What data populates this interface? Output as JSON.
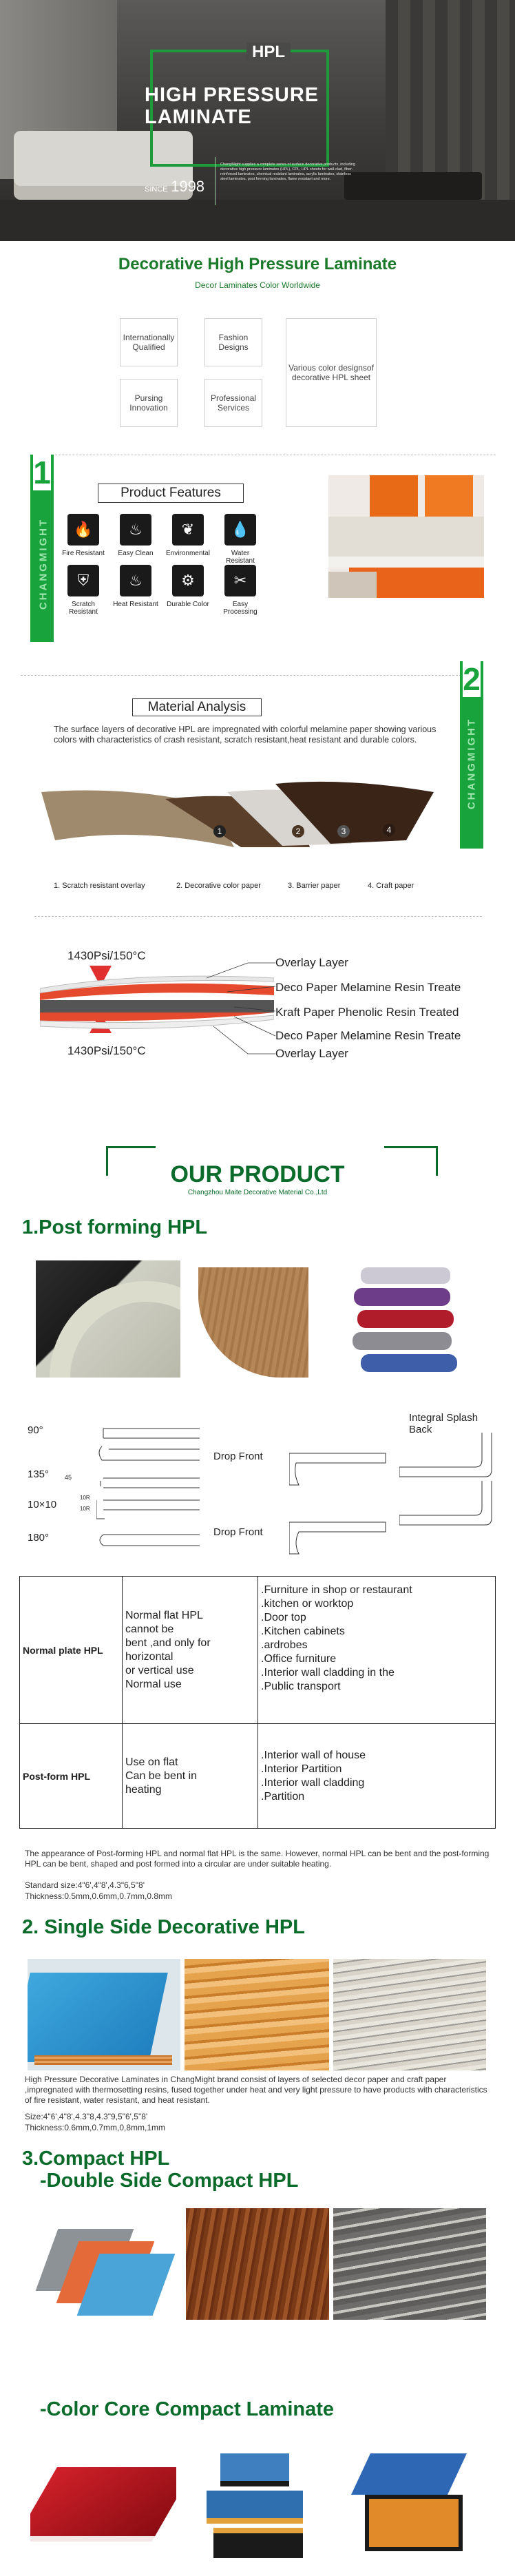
{
  "hero": {
    "brand_tag": "HPL",
    "title_line1": "HIGH PRESSURE",
    "title_line2": "LAMINATE",
    "since_label": "SINCE",
    "since_year": "1998",
    "blurb": "ChangMight supplies a complete series of surface decorative products, including decorative high pressure laminates (HPL), CPL, HPL sheets for wall-clad, fiber-reinforced laminates, chemical resistant laminates, acrylic laminates, stainless steel laminates, post forming laminates, flame resistant and more."
  },
  "intro": {
    "title": "Decorative High Pressure Laminate",
    "subtitle": "Decor Laminates Color Worldwide",
    "boxes": [
      "Internationally Qualified",
      "Fashion Designs",
      "Pursing Innovation",
      "Professional Services"
    ],
    "big_box": "Various color designsof decorative HPL sheet"
  },
  "features": {
    "number": "1",
    "side_label": "CHANGMIGHT",
    "title": "Product Features",
    "items": [
      {
        "icon": "fire-icon",
        "glyph": "🔥",
        "label": "Fire Resistant"
      },
      {
        "icon": "clean-icon",
        "glyph": "♨",
        "label": "Easy Clean"
      },
      {
        "icon": "leaf-icon",
        "glyph": "❦",
        "label": "Environmental"
      },
      {
        "icon": "water-drop-icon",
        "glyph": "💧",
        "label": "Water Resistant"
      },
      {
        "icon": "shield-icon",
        "glyph": "⛨",
        "label": "Scratch Resistant"
      },
      {
        "icon": "flame-icon",
        "glyph": "♨",
        "label": "Heat Resistant"
      },
      {
        "icon": "gear-icon",
        "glyph": "⚙",
        "label": "Durable Color"
      },
      {
        "icon": "tool-icon",
        "glyph": "✂",
        "label": "Easy Processing"
      }
    ]
  },
  "material": {
    "number": "2",
    "side_label": "CHANGMIGHT",
    "title": "Material Analysis",
    "description": "The surface layers of decorative HPL are impregnated with colorful melamine paper showing various colors with characteristics of crash resistant, scratch resistant,heat resistant and durable colors.",
    "layer_numbers": [
      "1",
      "2",
      "3",
      "4"
    ],
    "legend": [
      "1. Scratch resistant overlay",
      "2. Decorative color paper",
      "3. Barrier paper",
      "4. Craft paper"
    ]
  },
  "layers": {
    "pressure_top": "1430Psi/150°C",
    "pressure_bottom": "1430Psi/150°C",
    "labels": [
      "Overlay Layer",
      "Deco Paper Melamine Resin Treate",
      "Kraft Paper Phenolic Resin Treated",
      "Deco Paper Melamine Resin Treate",
      "Overlay Layer"
    ]
  },
  "our_product": {
    "title": "OUR PRODUCT",
    "subtitle": "Changzhou Maite Decorative Material Co.,Ltd"
  },
  "post_forming": {
    "heading": "1.Post forming HPL",
    "profile_labels": {
      "a90": "90°",
      "a135": "135°",
      "r45": "45",
      "r1010": "10×10",
      "r10a": "10R",
      "r10b": "10R",
      "a180": "180°",
      "drop1": "Drop Front",
      "drop2": "Drop Front",
      "splash": "Integral Splash Back"
    },
    "table": {
      "rows": [
        {
          "name": "Normal plate HPL",
          "desc": [
            "Normal flat HPL",
            "cannot be",
            "bent ,and only for",
            "horizontal",
            "or vertical use",
            "Normal use"
          ],
          "uses": [
            ".Furniture in shop or restaurant",
            ".kitchen or worktop",
            ".Door top",
            ".Kitchen cabinets",
            ".ardrobes",
            ".Office furniture",
            ".Interior wall cladding in the",
            ".Public transport"
          ]
        },
        {
          "name": "Post-form HPL",
          "desc": [
            "Use on flat",
            "Can be bent in",
            "heating"
          ],
          "uses": [
            ".Interior wall of house",
            ".Interior Partition",
            ".Interior wall cladding",
            ".Partition"
          ]
        }
      ]
    },
    "note": "The appearance of Post-forming HPL and normal flat HPL is the same. However, normal HPL can be bent and the post-forming HPL can be bent, shaped and post formed into a circular are under suitable heating.",
    "size": "Standard size:4\"6',4\"8',4.3\"6,5\"8'",
    "thickness": "Thickness:0.5mm,0.6mm,0.7mm,0.8mm"
  },
  "single_side": {
    "heading": "2. Single Side Decorative HPL",
    "description": "High Pressure Decorative Laminates in ChangMight brand consist of layers of selected decor paper and craft paper ,impregnated with thermosetting resins, fused together under heat and very light pressure to have products with characteristics of fire resistant, water resistant, and heat resistant.",
    "size": "Size:4\"6',4\"8',4.3\"8,4.3\"9,5\"6',5\"8'",
    "thickness": "Thickness:0.6mm,0.7mm,0,8mm,1mm"
  },
  "compact": {
    "heading1": "3.Compact HPL",
    "heading2": "-Double Side Compact HPL",
    "heading3": "-Color Core Compact Laminate"
  }
}
